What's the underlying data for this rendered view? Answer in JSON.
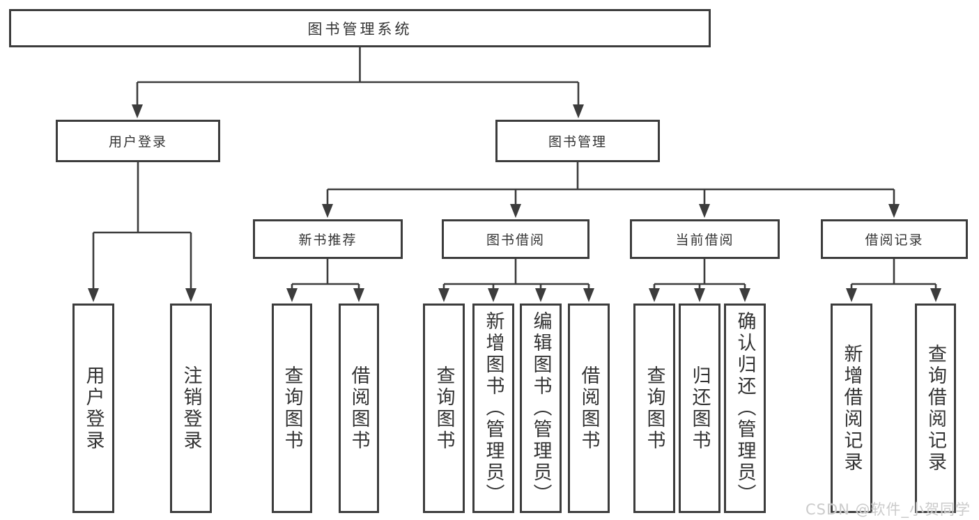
{
  "diagram": {
    "root": {
      "label": "图书管理系统"
    },
    "level2": [
      {
        "label": "用户登录"
      },
      {
        "label": "图书管理"
      }
    ],
    "level3": [
      {
        "label": "新书推荐"
      },
      {
        "label": "图书借阅"
      },
      {
        "label": "当前借阅"
      },
      {
        "label": "借阅记录"
      }
    ],
    "leaves": {
      "user_login": [
        {
          "label": "用户登录"
        },
        {
          "label": "注销登录"
        }
      ],
      "new_book": [
        {
          "label": "查询图书"
        },
        {
          "label": "借阅图书"
        }
      ],
      "book_borrow": [
        {
          "label": "查询图书"
        },
        {
          "label": "新增图书（管理员）"
        },
        {
          "label": "编辑图书（管理员）"
        },
        {
          "label": "借阅图书"
        }
      ],
      "current_borrow": [
        {
          "label": "查询图书"
        },
        {
          "label": "归还图书"
        },
        {
          "label": "确认归还（管理员）"
        }
      ],
      "borrow_records": [
        {
          "label": "新增借阅记录"
        },
        {
          "label": "查询借阅记录"
        }
      ]
    }
  },
  "watermark": {
    "text": "CSDN @软件_小贺同学"
  },
  "colors": {
    "line": "#3c3c3c",
    "border": "#3c3c3c",
    "text": "#333333",
    "background": "#ffffff",
    "watermark": "#cbcbcb"
  }
}
